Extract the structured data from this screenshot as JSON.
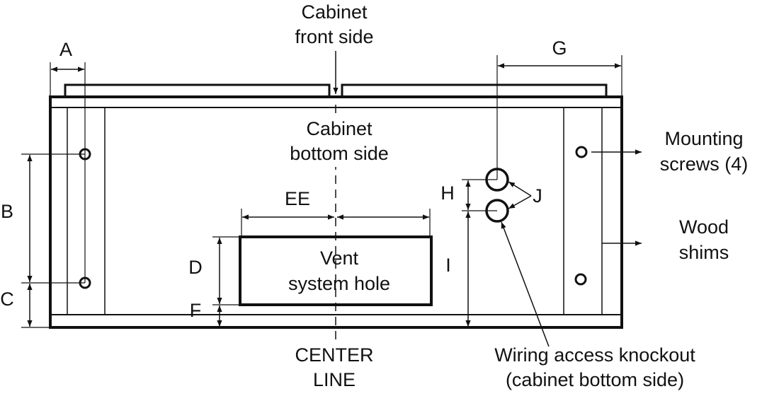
{
  "labels": {
    "cabinet_front": [
      "Cabinet",
      "front side"
    ],
    "cabinet_bottom": [
      "Cabinet",
      "bottom side"
    ],
    "mounting_screws": [
      "Mounting",
      "screws (4)"
    ],
    "wood_shims": [
      "Wood",
      "shims"
    ],
    "vent_hole": [
      "Vent",
      "system hole"
    ],
    "center_line": [
      "CENTER",
      "LINE"
    ],
    "wiring_knockout": [
      "Wiring access knockout",
      "(cabinet bottom side)"
    ]
  },
  "dimensions": {
    "A": "A",
    "B": "B",
    "C": "C",
    "D": "D",
    "EE": "EE",
    "F": "F",
    "G": "G",
    "H": "H",
    "I": "I",
    "J": "J"
  }
}
